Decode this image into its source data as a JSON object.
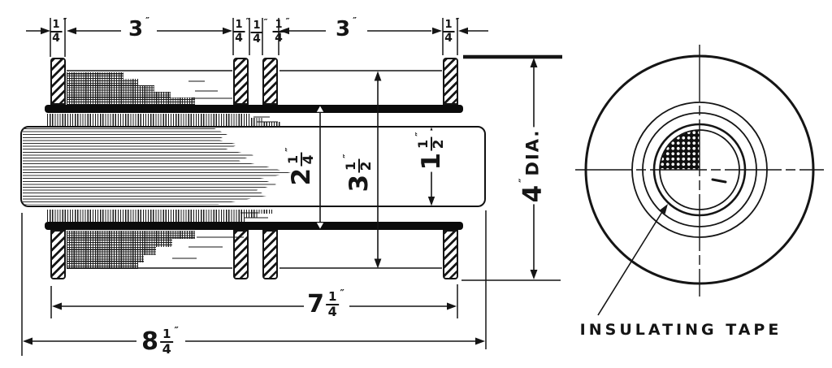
{
  "figure_type": "engineering-drawing",
  "ink_color": "#151515",
  "paper_color": "#ffffff",
  "dims": {
    "t1": {
      "whole": "",
      "num": "1",
      "den": "4",
      "unit": "″"
    },
    "t2": {
      "whole": "3",
      "num": "",
      "den": "",
      "unit": "″"
    },
    "t3": {
      "whole": "",
      "num": "1",
      "den": "4",
      "unit": "″"
    },
    "t4": {
      "whole": "",
      "num": "1",
      "den": "4",
      "unit": "″"
    },
    "t5": {
      "whole": "",
      "num": "1",
      "den": "4",
      "unit": "″"
    },
    "t6": {
      "whole": "3",
      "num": "",
      "den": "",
      "unit": "″"
    },
    "t7": {
      "whole": "",
      "num": "1",
      "den": "4",
      "unit": "″"
    },
    "v_tape": {
      "whole": "2",
      "num": "1",
      "den": "4",
      "unit": "″",
      "suffix": ""
    },
    "v_tube": {
      "whole": "3",
      "num": "1",
      "den": "2",
      "unit": "″",
      "suffix": ""
    },
    "v_core": {
      "whole": "1",
      "num": "1",
      "den": "2",
      "unit": "″",
      "suffix": ""
    },
    "v_flange": {
      "whole": "4",
      "num": "",
      "den": "",
      "unit": "″",
      "suffix": "DIA."
    },
    "b_span": {
      "whole": "7",
      "num": "1",
      "den": "4",
      "unit": "″"
    },
    "b_total": {
      "whole": "8",
      "num": "1",
      "den": "4",
      "unit": "″"
    }
  },
  "end_view": {
    "callout": "INSULATING TAPE"
  }
}
